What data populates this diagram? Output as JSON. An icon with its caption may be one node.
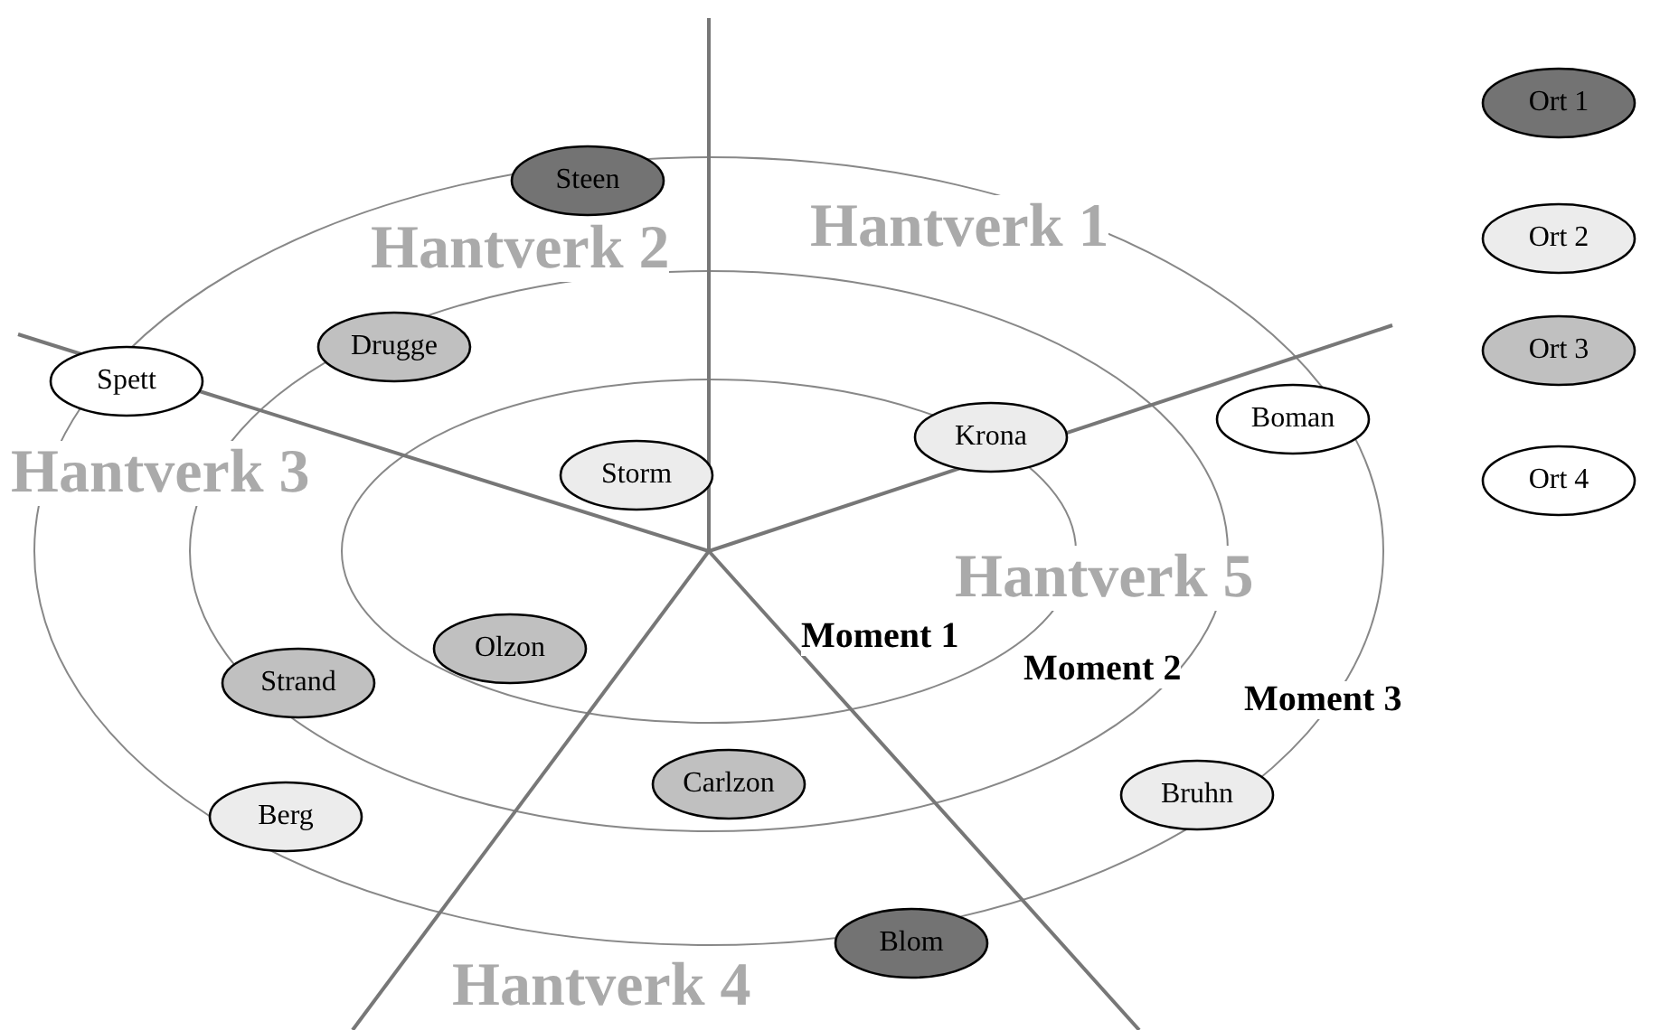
{
  "diagram": {
    "nodes": [
      {
        "text": [
          "Steen"
        ]
      },
      {
        "text": [
          "Drugge"
        ]
      },
      {
        "text": [
          "Spett"
        ]
      },
      {
        "text": [
          "Storm"
        ]
      },
      {
        "text": [
          "Krona"
        ]
      },
      {
        "text": [
          "Boman"
        ]
      },
      {
        "text": [
          "Olzon"
        ]
      },
      {
        "text": [
          "Strand"
        ]
      },
      {
        "text": [
          "Carlzon"
        ]
      },
      {
        "text": [
          "Berg"
        ]
      },
      {
        "text": [
          "Bruhn"
        ]
      },
      {
        "text": [
          "Blom"
        ]
      }
    ],
    "labels": [
      "Hantverk 1",
      "Hantverk 2",
      "Hantverk 3",
      "Hantverk 5",
      "Moment 1",
      "Moment 2",
      "Moment 3",
      "Hantverk 4"
    ],
    "legend": [
      {
        "text": "Ort 1",
        "color": "#737373"
      },
      {
        "text": "Ort 2",
        "color": "#ececec"
      },
      {
        "text": "Ort 3",
        "color": "#c0c0c0"
      },
      {
        "text": "Ort 4",
        "color": "#ffffff"
      }
    ]
  }
}
